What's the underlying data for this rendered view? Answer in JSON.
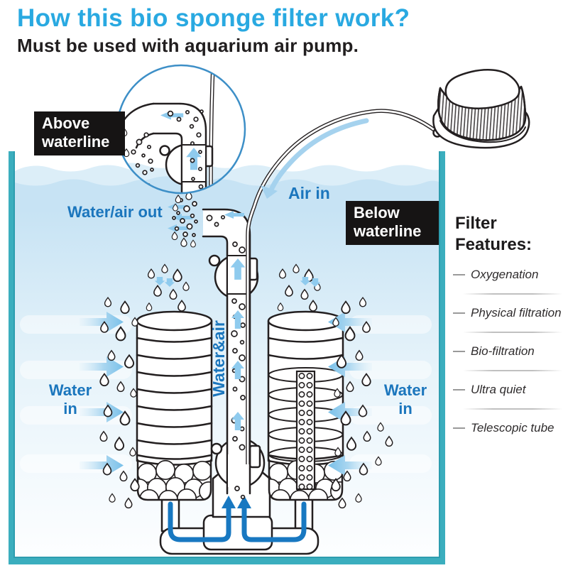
{
  "header": {
    "title": "How this bio sponge filter work?",
    "subtitle": "Must be used with aquarium air pump."
  },
  "labels": {
    "above_waterline": "Above\nwaterline",
    "below_waterline": "Below\nwaterline",
    "air_in": "Air in",
    "water_air_out": "Water/air out",
    "water_and_air": "Water&air",
    "water_in": "Water\nin"
  },
  "features": {
    "heading": "Filter\nFeatures:",
    "items": [
      "Oxygenation",
      "Physical filtration",
      "Bio-filtration",
      "Ultra quiet",
      "Telescopic tube"
    ]
  },
  "icons": {
    "magnifier_circle": "zoomed-detail-of-outlet-above-waterline",
    "air_pump": "aquarium-air-pump",
    "droplet": "water-droplet",
    "bubble": "air-bubble",
    "flow_arrows": "water-flow-direction-arrows"
  },
  "colors": {
    "title_blue": "#29A9E1",
    "label_blue": "#1B76BD",
    "tank_teal": "#3BAEBE",
    "water_blue": "#C7E3F4",
    "wave_light": "#DCEEF8",
    "flow_blue": "#1878C1",
    "light_arrow": "#8FCBEE",
    "line_dark": "#231F20",
    "box_black": "#161414",
    "magnifier_ring": "#3D8FC7"
  }
}
